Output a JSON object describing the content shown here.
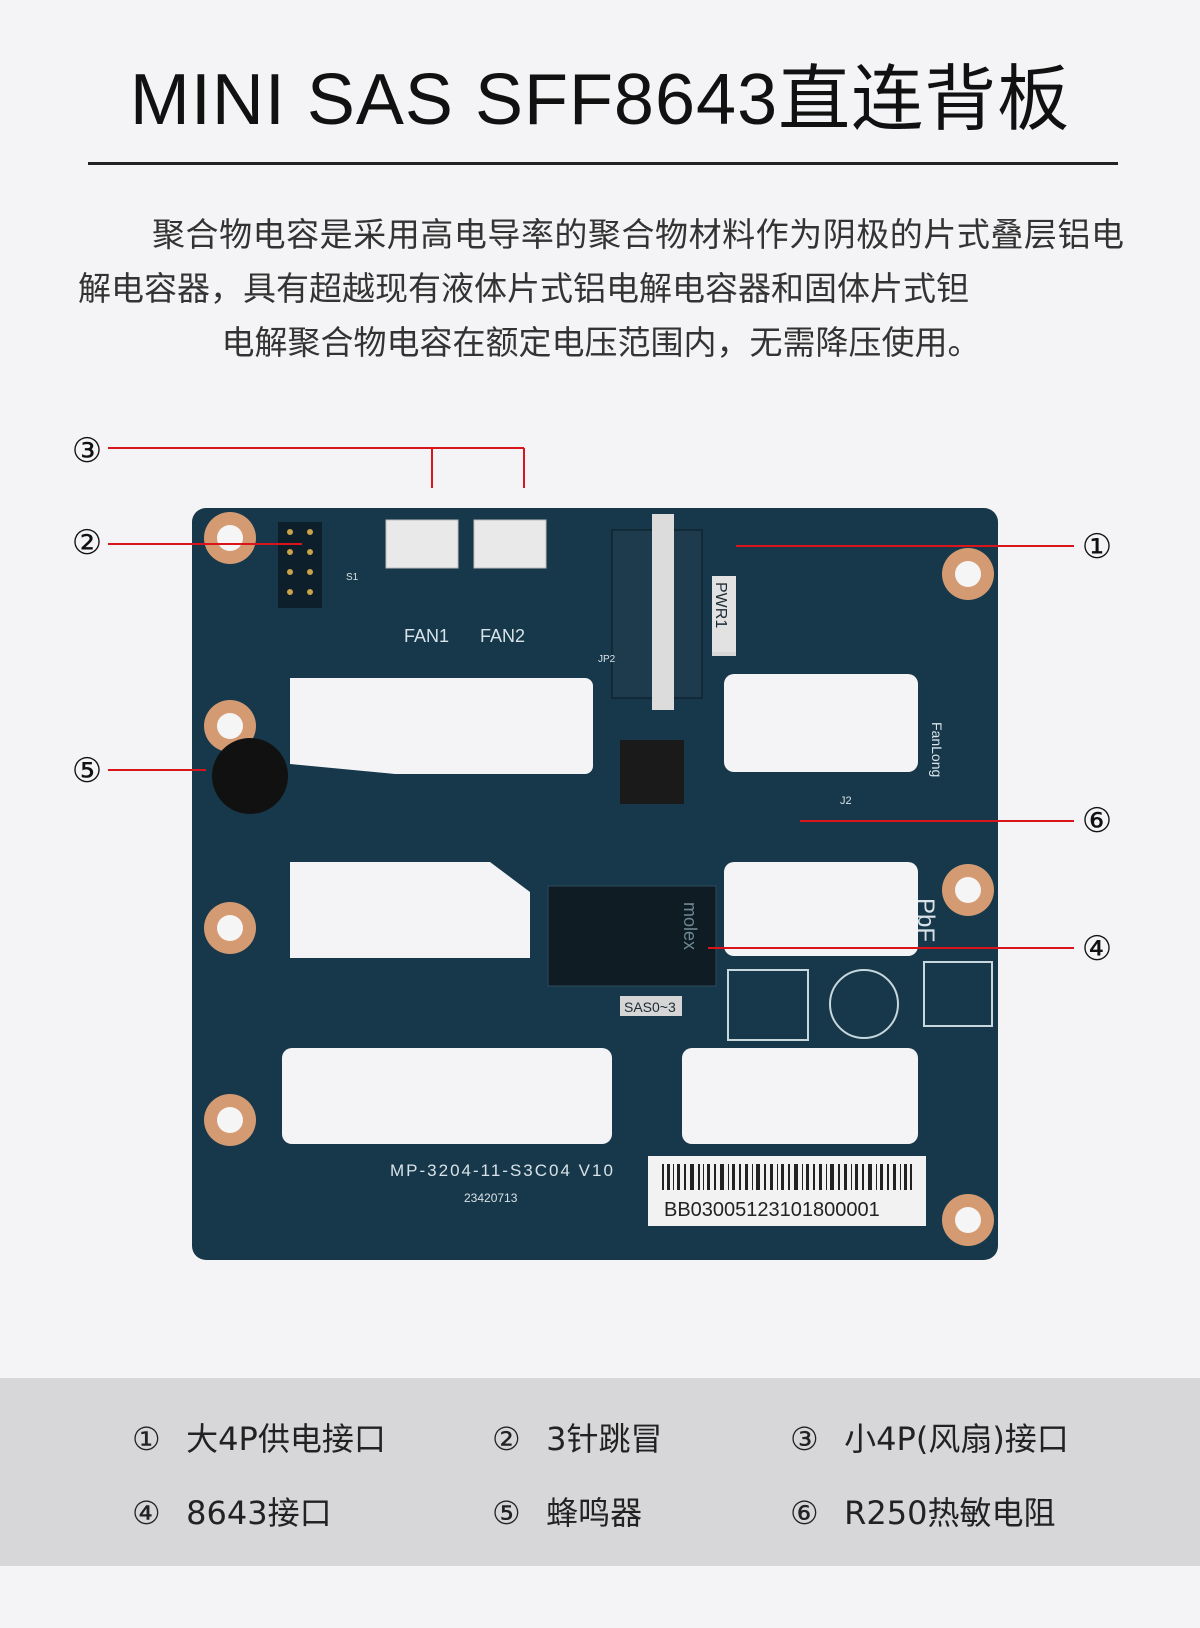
{
  "header": {
    "title": "MINI SAS SFF8643直连背板"
  },
  "description": {
    "line1": "聚合物电容是采用高电导率的聚合物材料作为阴极的片式叠层铝电解电容器，具有超越现有液体片式铝电解电容器和固体片式钽",
    "line2": "电解聚合物电容在额定电压范围内，无需降压使用。"
  },
  "board": {
    "labels": {
      "fan1": "FAN1",
      "fan2": "FAN2",
      "pwr": "PWR1",
      "sas": "SAS0~3",
      "model": "MP-3204-11-S3C04  V10",
      "lot": "23420713",
      "barcode": "BB03005123101800001",
      "brand": "FanLong",
      "pbf": "PbF",
      "j2": "J2",
      "s1": "S1",
      "jp2": "JP2",
      "molex": "molex"
    },
    "callouts": {
      "c1": "①",
      "c2": "②",
      "c3": "③",
      "c4": "④",
      "c5": "⑤",
      "c6": "⑥"
    },
    "colors": {
      "pcb": "#17384a",
      "pad": "#d49a72",
      "line": "#d9141b"
    }
  },
  "legend": {
    "items": [
      {
        "num": "①",
        "label": "大4P供电接口"
      },
      {
        "num": "②",
        "label": "3针跳冒"
      },
      {
        "num": "③",
        "label": "小4P(风扇)接口"
      },
      {
        "num": "④",
        "label": "8643接口"
      },
      {
        "num": "⑤",
        "label": "蜂鸣器"
      },
      {
        "num": "⑥",
        "label": "R250热敏电阻"
      }
    ]
  }
}
